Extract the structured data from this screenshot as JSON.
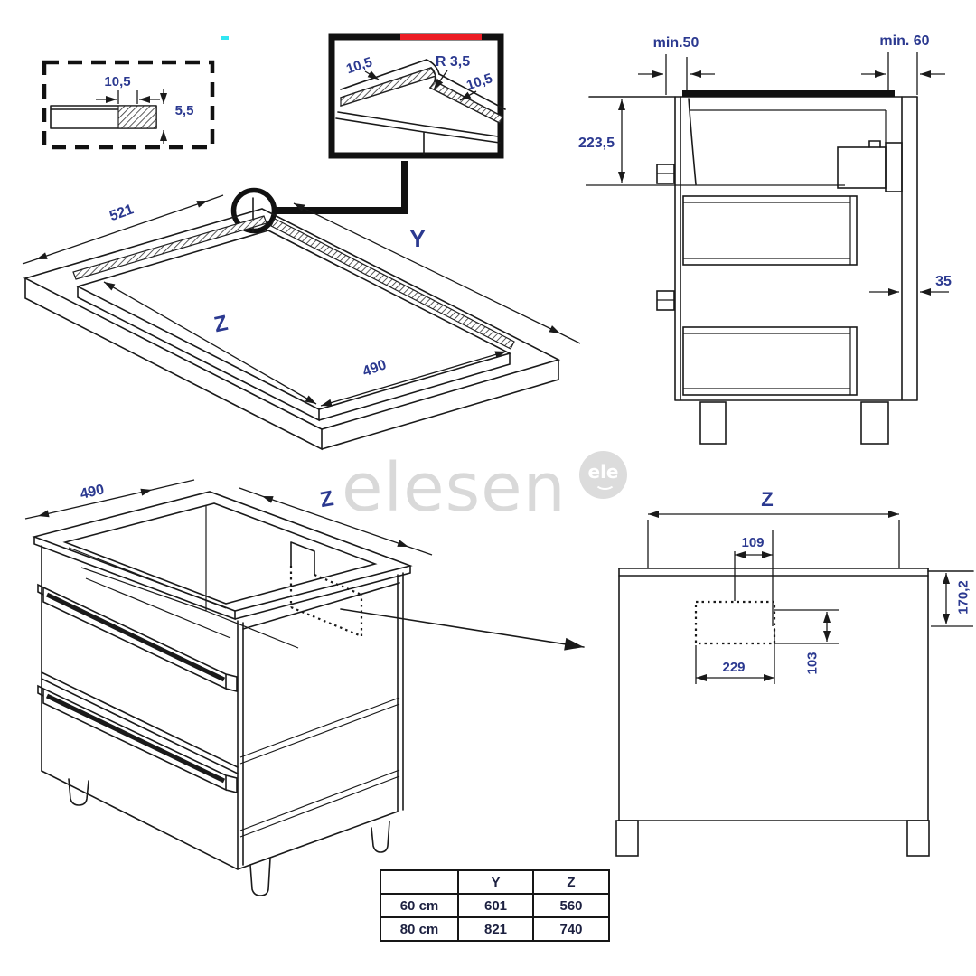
{
  "colors": {
    "line": "#1a1a1a",
    "dimension_text": "#2b3990",
    "red_accent": "#ec1c24",
    "cyan_mark": "#31e6f2",
    "watermark": "#d9d9d9",
    "hob_fill": "#111111"
  },
  "watermark": {
    "text": "elesen",
    "logo": "ele"
  },
  "dims": {
    "inset": {
      "width": "10,5",
      "height": "5,5"
    },
    "corner": {
      "left": "10,5",
      "radius": "R 3,5",
      "right": "10,5"
    },
    "iso_top": {
      "length": "521",
      "y": "Y",
      "z": "Z",
      "width": "490"
    },
    "side": {
      "left_gap": "min.50",
      "right_gap": "min. 60",
      "depth": "223,5",
      "wall": "35"
    },
    "iso_cabinet": {
      "width": "490",
      "z": "Z"
    },
    "front": {
      "z": "Z",
      "notch": "109",
      "height": "170,2",
      "box_width": "229",
      "box_height": "103"
    }
  },
  "spec_table": {
    "headers": [
      "",
      "Y",
      "Z"
    ],
    "rows": [
      [
        "60 cm",
        "601",
        "560"
      ],
      [
        "80 cm",
        "821",
        "740"
      ]
    ]
  }
}
